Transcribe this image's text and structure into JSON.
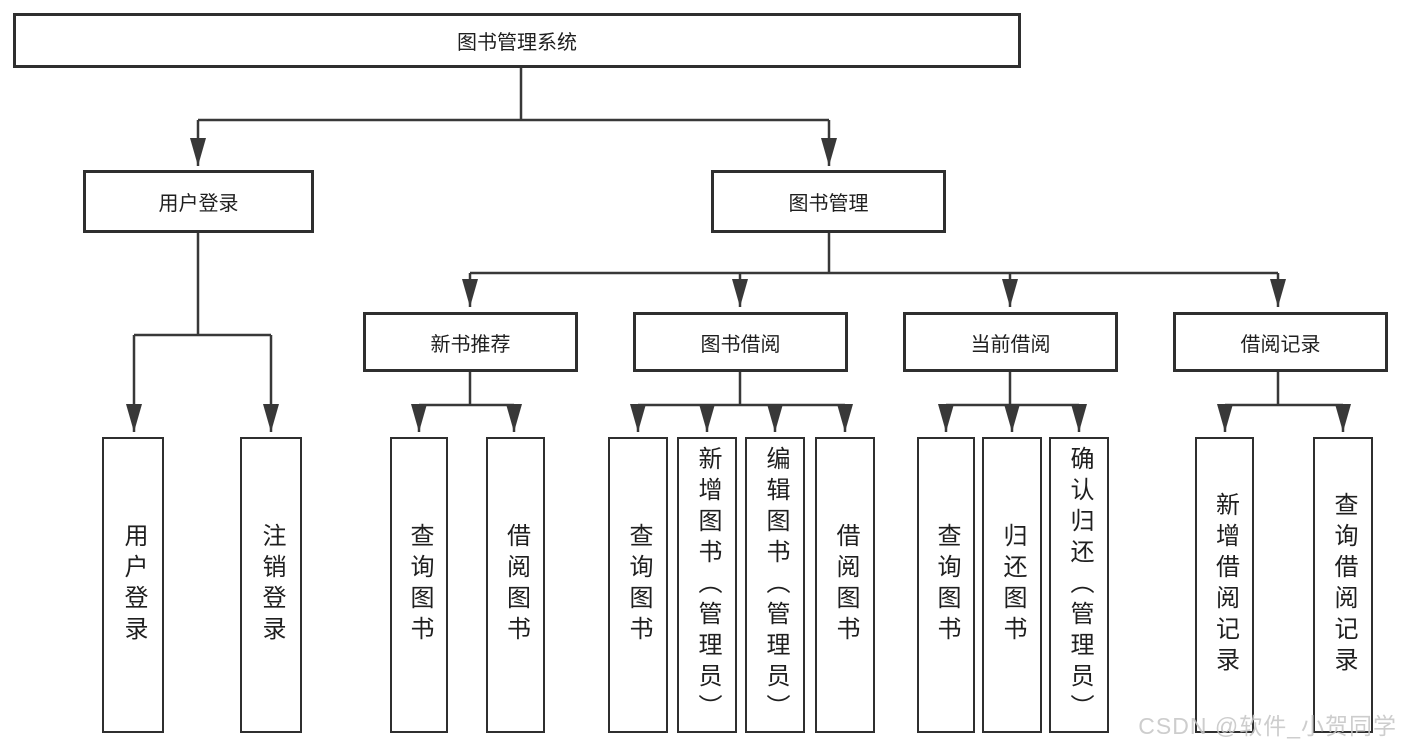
{
  "diagram": {
    "title": "图书管理系统",
    "level2": [
      {
        "label": "用户登录",
        "children": [
          "用户登录",
          "注销登录"
        ]
      },
      {
        "label": "图书管理",
        "children": [
          {
            "label": "新书推荐",
            "children": [
              "查询图书",
              "借阅图书"
            ]
          },
          {
            "label": "图书借阅",
            "children": [
              "查询图书",
              "新增图书（管理员）",
              "编辑图书（管理员）",
              "借阅图书"
            ]
          },
          {
            "label": "当前借阅",
            "children": [
              "查询图书",
              "归还图书",
              "确认归还（管理员）"
            ]
          },
          {
            "label": "借阅记录",
            "children": [
              "新增借阅记录",
              "查询借阅记录"
            ]
          }
        ]
      }
    ],
    "watermark": "CSDN @软件_小贺同学",
    "colors": {
      "line": "#383838",
      "box_border": "#2f2f2f",
      "text": "#1f1f1f",
      "watermark": "#c6c6c6",
      "background": "#ffffff"
    }
  }
}
